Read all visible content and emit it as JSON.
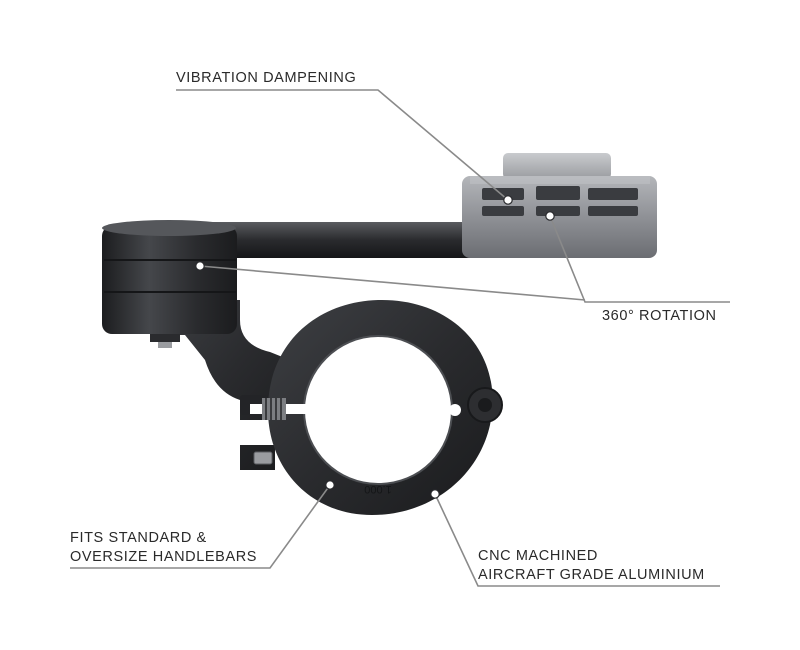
{
  "diagram": {
    "callouts": {
      "vibration": {
        "text": "VIBRATION DAMPENING"
      },
      "rotation": {
        "text": "360° ROTATION"
      },
      "handlebars": {
        "line1": "FITS STANDARD &",
        "line2": "OVERSIZE HANDLEBARS"
      },
      "material": {
        "line1": "CNC MACHINED",
        "line2": "AIRCRAFT GRADE ALUMINIUM"
      }
    },
    "engraving": {
      "text": "1.000"
    },
    "colors": {
      "body": "#2b2c2f",
      "body_dark": "#17181a",
      "body_light": "#4a4c50",
      "head": "#8f9196",
      "leader": "#8a8a8a",
      "marker": "#ffffff"
    }
  }
}
